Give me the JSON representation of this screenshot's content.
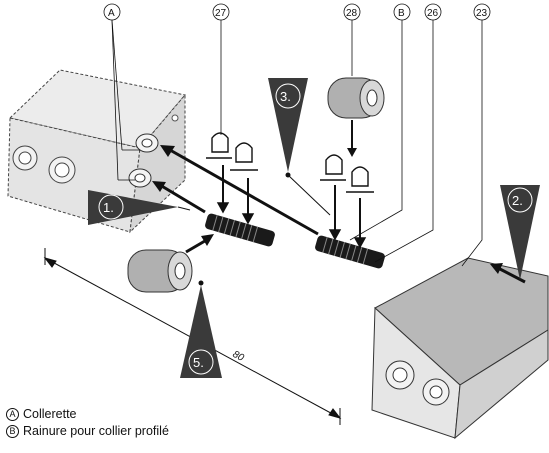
{
  "callouts": {
    "a": "A",
    "n27": "27",
    "n28": "28",
    "b": "B",
    "n26": "26",
    "n23": "23"
  },
  "steps": {
    "s1": "1.",
    "s2": "2.",
    "s3": "3.",
    "s5": "5."
  },
  "dimension": {
    "value": "80"
  },
  "legend": [
    {
      "key": "A",
      "text": "Collerette"
    },
    {
      "key": "B",
      "text": "Rainure pour collier profilé"
    }
  ],
  "colors": {
    "ink": "#111111",
    "housing_fill": "#e6e6e6",
    "housing_fill_dark": "#d2d2d2",
    "gray_cover": "#b3b3b3",
    "step_fill": "#3a3a3a"
  }
}
